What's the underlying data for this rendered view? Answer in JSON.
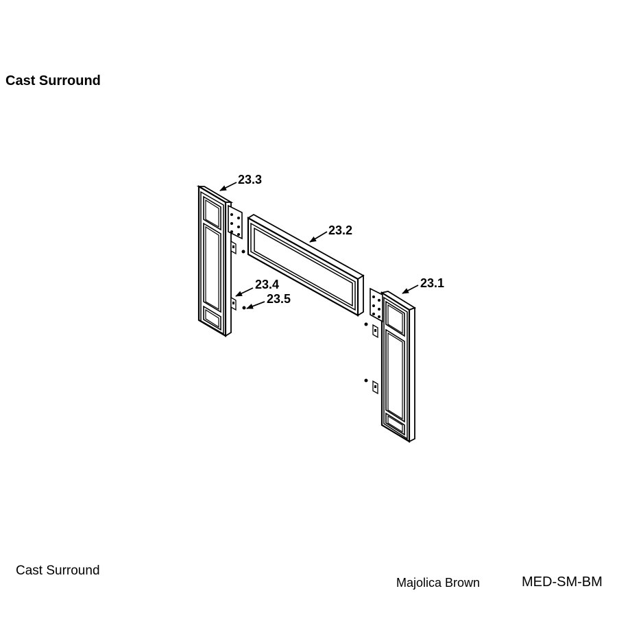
{
  "heading": "Cast Surround",
  "diagram": {
    "callouts": {
      "c23_1": "23.1",
      "c23_2": "23.2",
      "c23_3": "23.3",
      "c23_4": "23.4",
      "c23_5": "23.5"
    }
  },
  "footer": {
    "caption": "Cast Surround",
    "finish": "Majolica Brown",
    "model_code": "MED-SM-BM"
  }
}
